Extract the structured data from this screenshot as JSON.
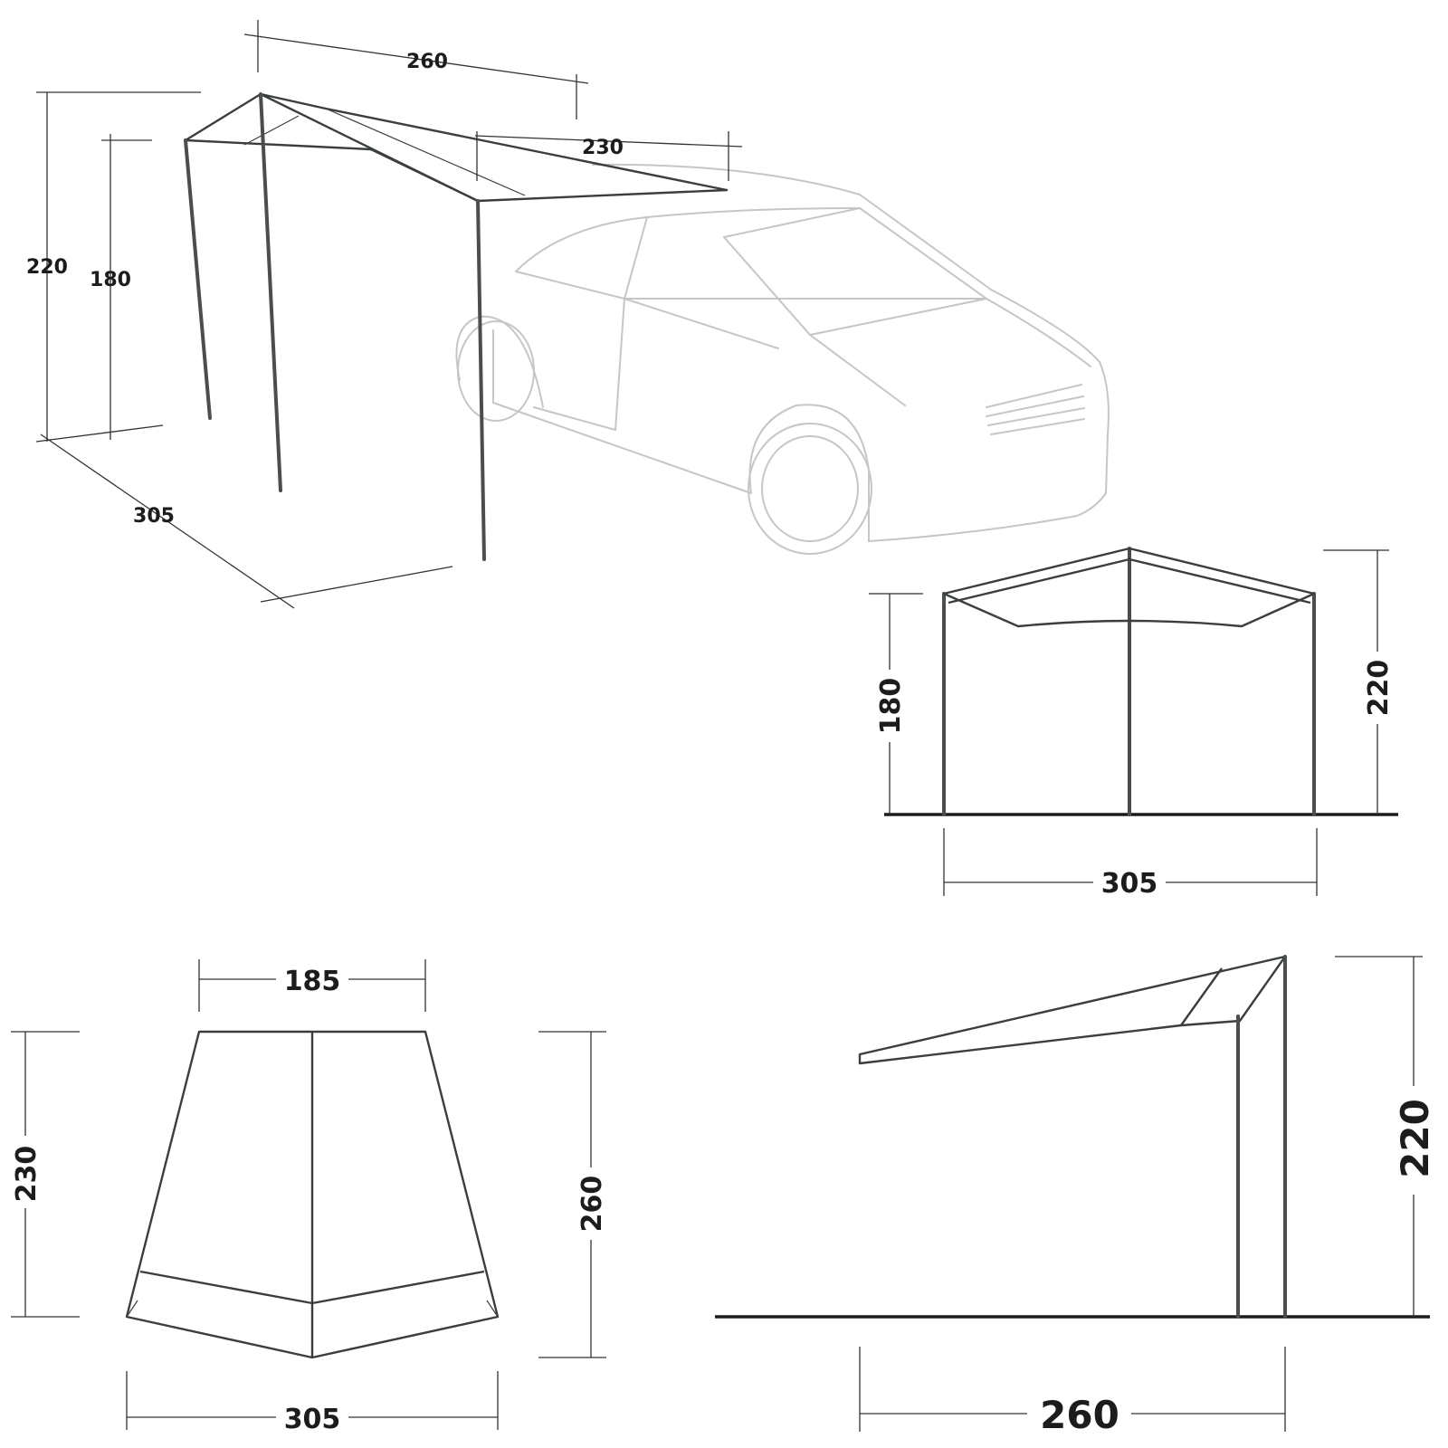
{
  "perspective_view": {
    "dim_width_top": "260",
    "dim_awning_depth": "230",
    "dim_height_max": "220",
    "dim_height_low": "180",
    "dim_length": "305"
  },
  "front_view": {
    "dim_height_low": "180",
    "dim_height_max": "220",
    "dim_width": "305"
  },
  "top_view": {
    "dim_width_narrow": "185",
    "dim_width_wide": "305",
    "dim_depth_short": "230",
    "dim_depth_long": "260"
  },
  "side_view": {
    "dim_height": "220",
    "dim_depth": "260"
  }
}
